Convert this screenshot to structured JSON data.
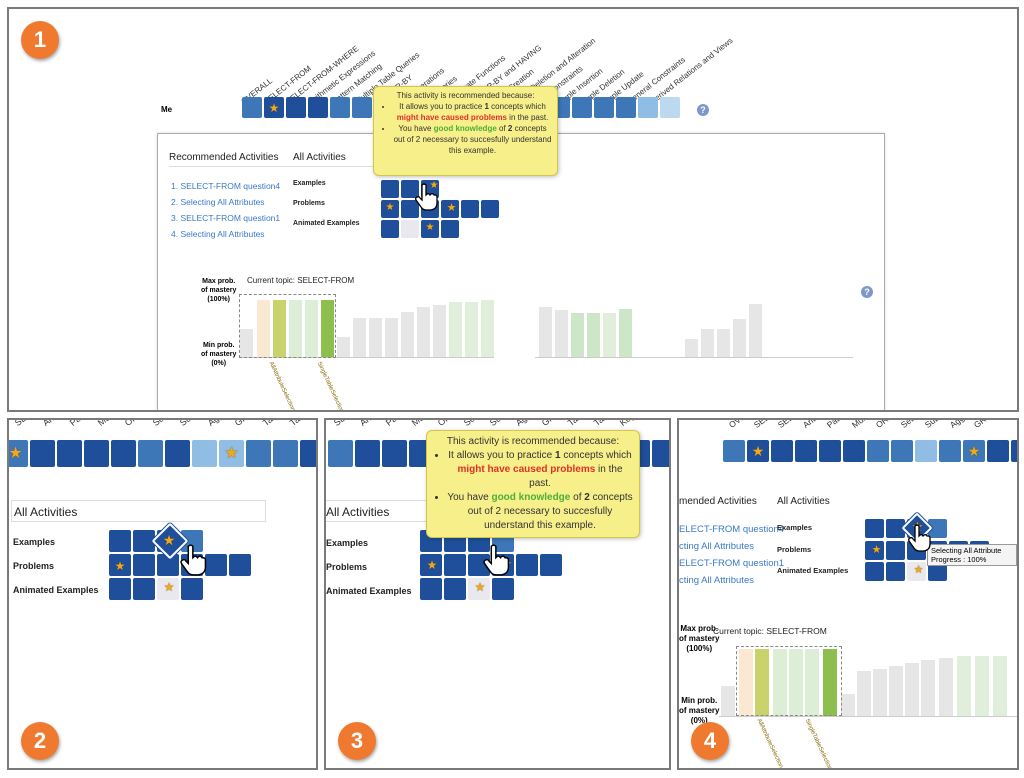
{
  "badges": [
    "1",
    "2",
    "3",
    "4"
  ],
  "topics": [
    "OVERALL",
    "SELECT-FROM",
    "SELECT-FROM-WHERE",
    "Arithmetic Expressions",
    "Pattern Matching",
    "Multiple Table Queries",
    "ORDER-BY",
    "Set Operations",
    "Subqueries",
    "Aggregate Functions",
    "GROUP-BY and HAVING",
    "Table Creation",
    "Table Deletion and Alteration",
    "Key Constraints",
    "Tuple Insertion",
    "Tuple Deletion",
    "Tuple Update",
    "General Constraints",
    "Derived Relations and Views"
  ],
  "topics_short_2": [
    "SEL",
    "Arithm",
    "Patte",
    "Multip",
    "ORD",
    "Set O",
    "Sub",
    "Aggre",
    "GRO",
    "Table",
    "Tabl"
  ],
  "topics_short_3": [
    "SELE",
    "Arithm",
    "Patte",
    "Multip",
    "ORD",
    "Set O",
    "Sub",
    "Aggre",
    "GRO",
    "Table",
    "Tabl",
    "Key"
  ],
  "topics_short_4": [
    "OVE",
    "SELE",
    "SELE",
    "Arithm",
    "Patte",
    "Multip",
    "ORD",
    "Set O",
    "Subq",
    "Aggr",
    "GRO"
  ],
  "me_label": "Me",
  "help_glyph": "?",
  "tabs": {
    "recommended": "Recommended Activities",
    "all": "All Activities"
  },
  "recommended": [
    "1. SELECT-FROM question4",
    "2. Selecting All Attributes",
    "3. SELECT-FROM question1",
    "4. Selecting All Attributes"
  ],
  "recommended_cut": [
    "ELECT-FROM question4",
    "cting All Attributes",
    "ELECT-FROM question1",
    "cting All Attributes"
  ],
  "tab_cut": "mended Activities",
  "rows": {
    "examples": "Examples",
    "problems": "Problems",
    "animated": "Animated Examples"
  },
  "tooltip": {
    "title": "This activity is recommended because:",
    "b1_pre": "It allows you to practice ",
    "b1_num": "1",
    "b1_mid": " concepts which ",
    "b1_red": "might have caused problems",
    "b1_post": " in the past.",
    "b2_pre": "You have ",
    "b2_green": "good knowledge",
    "b2_mid": " of ",
    "b2_num": "2",
    "b2_post": " concepts out of 2 necessary to succesfully understand this example."
  },
  "hover_tip": {
    "title": "Selecting All Attribute",
    "progress": "Progress : 100%"
  },
  "chart": {
    "max_label": "Max prob. of mastery (100%)",
    "max_line1": "Max prob.",
    "max_line2": "of mastery",
    "max_line3": "(100%)",
    "min_line1": "Min prob.",
    "min_line2": "of mastery",
    "min_line3": "(0%)",
    "current_topic": "Current topic: SELECT-FROM",
    "concept_a": "AllAttributeSelection",
    "concept_b": "SingleTableSelection"
  },
  "colors": {
    "badge": "#ef7a2f",
    "dark": "#1f4f9a",
    "mid": "#3d77b8",
    "light": "#8fbde3",
    "tooltip": "#f7ef8a",
    "star": "#f0a81c"
  }
}
